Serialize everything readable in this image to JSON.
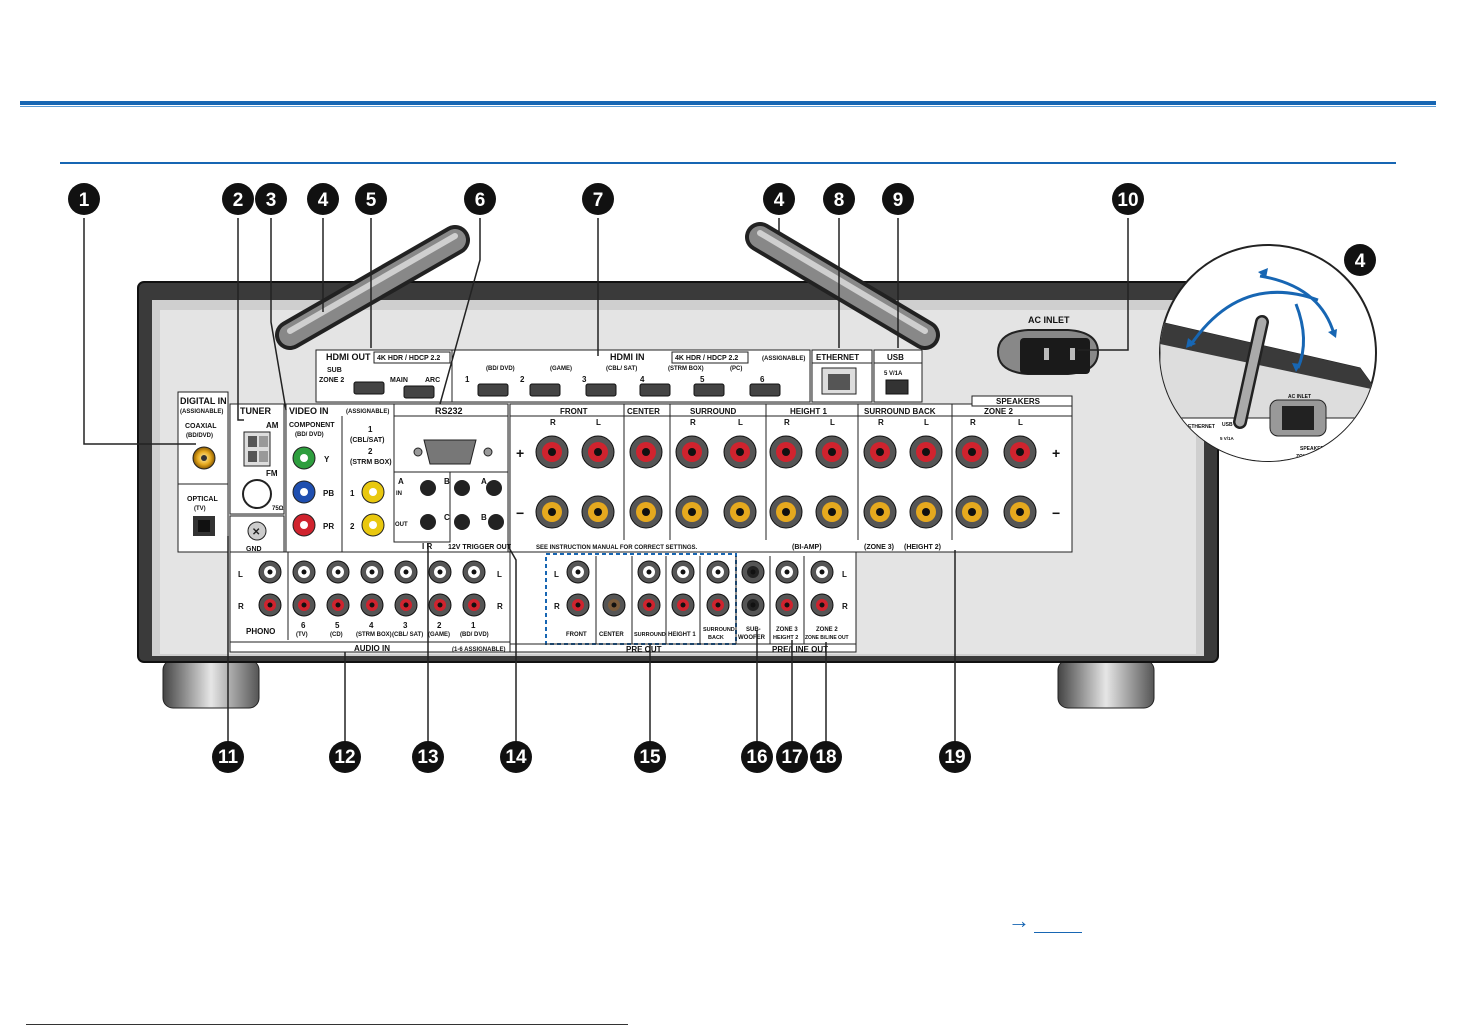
{
  "callouts": [
    "1",
    "2",
    "3",
    "4",
    "5",
    "6",
    "7",
    "4",
    "8",
    "9",
    "10",
    "4",
    "11",
    "12",
    "13",
    "14",
    "15",
    "16",
    "17",
    "18",
    "19"
  ],
  "labels": {
    "digital_in": "DIGITAL IN",
    "assignable": "(ASSIGNABLE)",
    "coaxial": "COAXIAL",
    "coaxial_sub": "(BD/DVD)",
    "optical": "OPTICAL",
    "optical_sub": "(TV)",
    "tuner": "TUNER",
    "am": "AM",
    "fm": "FM",
    "ohm": "75Ω",
    "gnd": "GND",
    "video_in": "VIDEO IN",
    "component": "COMPONENT",
    "component_sub": "(BD/ DVD)",
    "y": "Y",
    "pb": "PB",
    "pr": "PR",
    "v1": "1",
    "v1_sub": "(CBL/SAT)",
    "v2": "2",
    "v2_sub": "(STRM BOX)",
    "rs232": "RS232",
    "hdmi_out": "HDMI OUT",
    "hdmi_out_spec": "4K HDR / HDCP 2.2",
    "sub": "SUB",
    "zone2": "ZONE 2",
    "main": "MAIN",
    "arc": "ARC",
    "hdmi_in": "HDMI IN",
    "hdmi_in_spec": "4K HDR / HDCP 2.2",
    "hdmi_assignable": "(ASSIGNABLE)",
    "ethernet": "ETHERNET",
    "usb": "USB",
    "usb_spec": "5 V/1A",
    "ac_inlet": "AC INLET",
    "speakers": "SPEAKERS",
    "front": "FRONT",
    "center": "CENTER",
    "surround": "SURROUND",
    "height1": "HEIGHT 1",
    "surround_back": "SURROUND BACK",
    "sp_zone2": "ZONE 2",
    "r": "R",
    "l": "L",
    "plus": "+",
    "minus": "−",
    "see_manual": "SEE INSTRUCTION MANUAL FOR CORRECT SETTINGS.",
    "bi_amp": "(BI-AMP)",
    "zone3": "(ZONE 3)",
    "height2": "(HEIGHT 2)",
    "ir": "I R",
    "ir_in": "IN",
    "ir_out": "OUT",
    "trigger_out": "12V TRIGGER OUT",
    "a": "A",
    "b": "B",
    "c": "C",
    "phono": "PHONO",
    "audio_in": "AUDIO IN",
    "audio_assign": "(1-6 ASSIGNABLE)",
    "pre_out": "PRE OUT",
    "pre_line_out": "PRE/LINE OUT",
    "po_front": "FRONT",
    "po_center": "CENTER",
    "po_surround": "SURROUND",
    "po_height1": "HEIGHT 1",
    "po_sback1": "SURROUND",
    "po_sback2": "BACK",
    "po_sub1": "SUB-",
    "po_sub2": "WOOFER",
    "zone3_out1": "ZONE 3",
    "zone3_out2": "HEIGHT 2",
    "zone2_out1": "ZONE 2",
    "zone2_out2": "ZONE B/LINE OUT",
    "inset_ethernet": "ETHERNET",
    "inset_usb": "USB",
    "inset_usb_spec": "5 V/1A",
    "inset_ac": "AC INLET",
    "inset_speakers": "SPEAKERS",
    "inset_zone2": "ZONE 2"
  },
  "hdmi_in_ports": [
    {
      "num": "1",
      "name": "(BD/ DVD)"
    },
    {
      "num": "2",
      "name": "(GAME)"
    },
    {
      "num": "3",
      "name": "(CBL/ SAT)"
    },
    {
      "num": "4",
      "name": "(STRM BOX)"
    },
    {
      "num": "5",
      "name": "(PC)"
    },
    {
      "num": "6",
      "name": ""
    }
  ],
  "audio_in_ports": [
    {
      "num": "6",
      "name": "(TV)"
    },
    {
      "num": "5",
      "name": "(CD)"
    },
    {
      "num": "4",
      "name": "(STRM BOX)"
    },
    {
      "num": "3",
      "name": "(CBL/ SAT)"
    },
    {
      "num": "2",
      "name": "(GAME)"
    },
    {
      "num": "1",
      "name": "(BD/ DVD)"
    }
  ],
  "link_arrow": "→",
  "colors": {
    "accent": "#1766b3",
    "chassis_top": "#3a3a3a",
    "panel": "#ffffff",
    "body": "#c9c9c9"
  }
}
